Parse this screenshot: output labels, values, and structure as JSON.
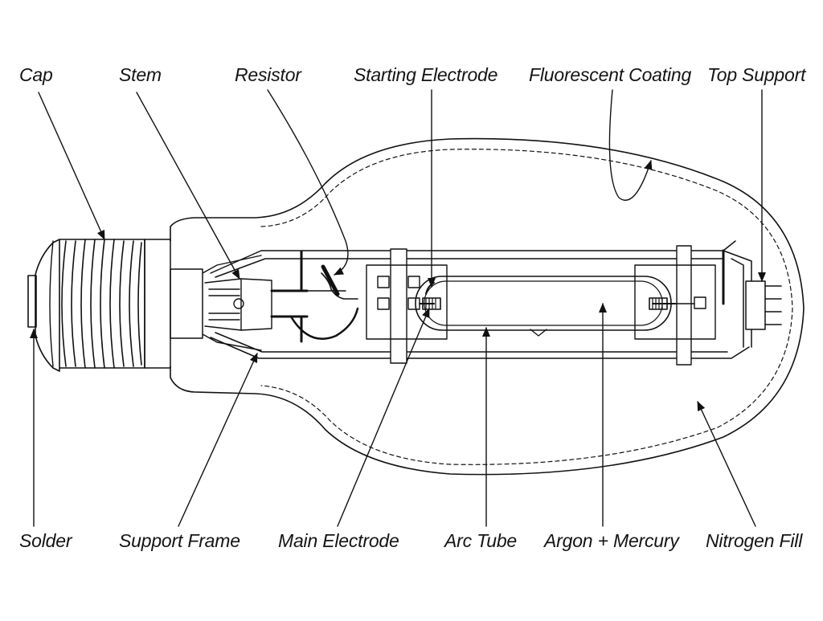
{
  "diagram": {
    "labels": {
      "cap": "Cap",
      "stem": "Stem",
      "resistor": "Resistor",
      "starting_electrode": "Starting Electrode",
      "fluorescent_coating": "Fluorescent Coating",
      "top_support": "Top Support",
      "solder": "Solder",
      "support_frame": "Support Frame",
      "main_electrode": "Main Electrode",
      "arc_tube": "Arc Tube",
      "argon_mercury": "Argon + Mercury",
      "nitrogen_fill": "Nitrogen Fill"
    }
  }
}
